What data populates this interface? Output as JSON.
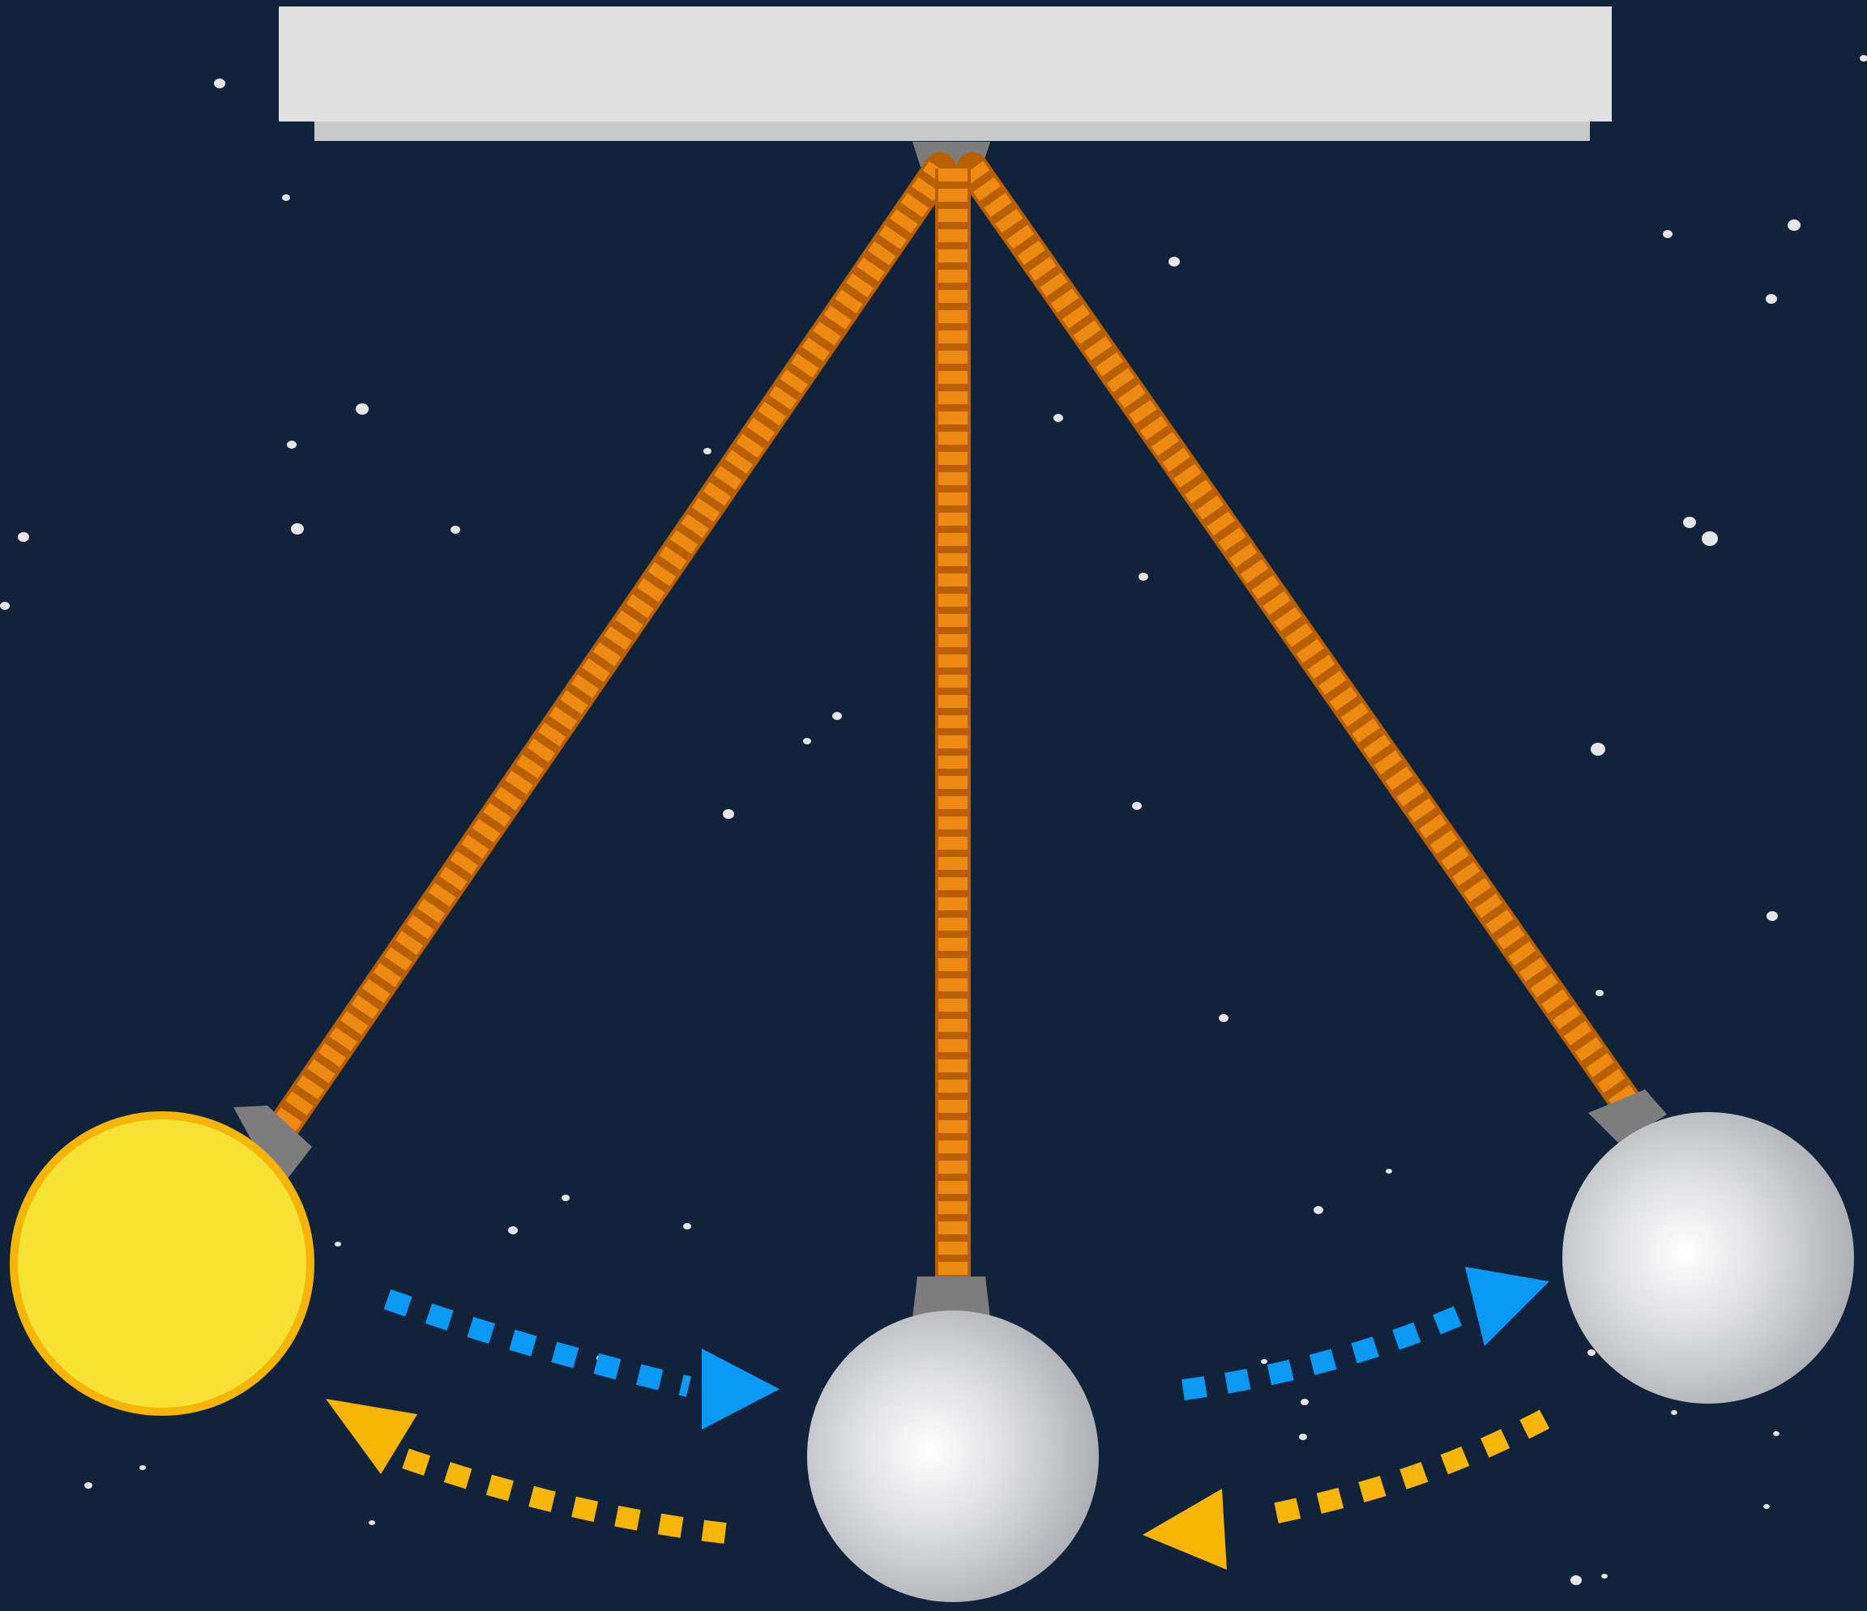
{
  "scene": {
    "background": "#10233a",
    "star_color": "#e6e6e6"
  },
  "ceiling": {
    "color": "#e0e0e0",
    "shadow_color": "#c9c9c9",
    "mount_color": "#7d7d7d"
  },
  "rope": {
    "color": "#ed8a12",
    "stroke_color": "#b85f00"
  },
  "bobs": [
    {
      "id": "left",
      "fill": "#f9e236",
      "ring": "#f5b500"
    },
    {
      "id": "center",
      "fill": "#c9cacd",
      "highlight": "#ffffff"
    },
    {
      "id": "right",
      "fill": "#c9cacd",
      "highlight": "#ffffff"
    }
  ],
  "motion_arrows": [
    {
      "id": "left-forward",
      "color": "#0a9af5"
    },
    {
      "id": "left-return",
      "color": "#f5b500"
    },
    {
      "id": "right-forward",
      "color": "#0a9af5"
    },
    {
      "id": "right-return",
      "color": "#f5b500"
    }
  ]
}
